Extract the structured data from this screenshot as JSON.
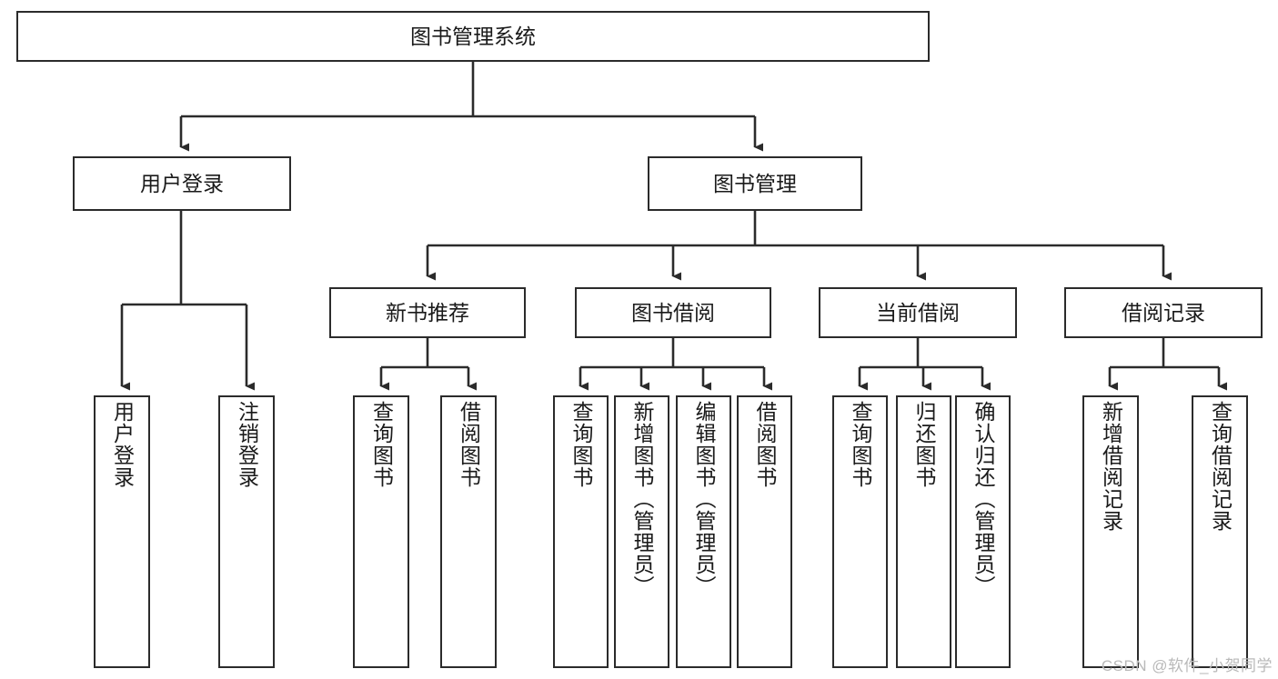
{
  "diagram": {
    "title": "图书管理系统",
    "watermark": "CSDN @软件_小贺同学",
    "colors": {
      "box_border": "#2b2b2b",
      "line": "#2b2b2b",
      "background": "#ffffff",
      "text": "#1a1a1a",
      "watermark": "#b9b9b9"
    },
    "root": {
      "label": "图书管理系统"
    },
    "level2": [
      {
        "label": "用户登录"
      },
      {
        "label": "图书管理"
      }
    ],
    "level3": [
      {
        "label": "新书推荐"
      },
      {
        "label": "图书借阅"
      },
      {
        "label": "当前借阅"
      },
      {
        "label": "借阅记录"
      }
    ],
    "leaves": {
      "user_login": [
        {
          "label": "用户登录"
        },
        {
          "label": "注销登录"
        }
      ],
      "new_book_recommend": [
        {
          "label": "查询图书"
        },
        {
          "label": "借阅图书"
        }
      ],
      "book_borrow": [
        {
          "label": "查询图书"
        },
        {
          "label": "新增图书（管理员）"
        },
        {
          "label": "编辑图书（管理员）"
        },
        {
          "label": "借阅图书"
        }
      ],
      "current_borrow": [
        {
          "label": "查询图书"
        },
        {
          "label": "归还图书"
        },
        {
          "label": "确认归还（管理员）"
        }
      ],
      "borrow_records": [
        {
          "label": "新增借阅记录"
        },
        {
          "label": "查询借阅记录"
        }
      ]
    }
  }
}
